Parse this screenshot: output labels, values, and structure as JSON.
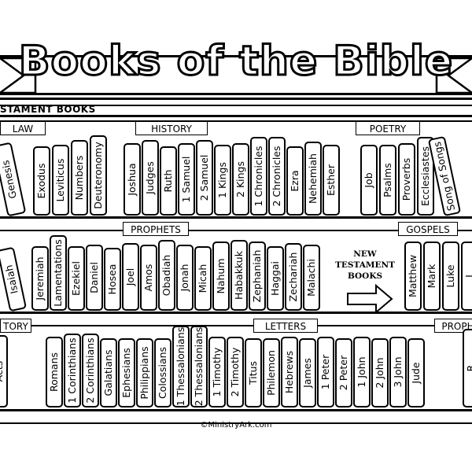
{
  "title": "Books of the Bible",
  "old_testament_label": "STAMENT BOOKS",
  "sections": {
    "law": "LAW",
    "history": "HISTORY",
    "poetry": "POETRY",
    "prophets": "PROPHETS",
    "gospels": "GOSPELS",
    "nt_history": "TORY",
    "letters": "LETTERS",
    "nt_prophecy": "PROPH"
  },
  "shelf1": {
    "law": [
      "Genesis",
      "Exodus",
      "Leviticus",
      "Numbers",
      "Deuteronomy"
    ],
    "history": [
      "Joshua",
      "Judges",
      "Ruth",
      "1 Samuel",
      "2 Samuel",
      "1 Kings",
      "2 Kings",
      "1 Chronicles",
      "2 Chronicles",
      "Ezra",
      "Nehemiah",
      "Esther"
    ],
    "poetry": [
      "Job",
      "Psalms",
      "Proverbs",
      "Ecclesiastes",
      "Song of Songs"
    ]
  },
  "shelf2": {
    "prophets": [
      "Isaiah",
      "Jeremiah",
      "Lamentations",
      "Ezekiel",
      "Daniel",
      "Hosea",
      "Joel",
      "Amos",
      "Obadiah",
      "Jonah",
      "Micah",
      "Nahum",
      "Habakkuk",
      "Zephaniah",
      "Haggai",
      "Zechariah",
      "Malachi"
    ],
    "new_testament_label": [
      "NEW",
      "TESTAMENT",
      "BOOKS"
    ],
    "gospels": [
      "Matthew",
      "Mark",
      "Luke",
      "J"
    ]
  },
  "shelf3": {
    "history": [
      "Acts"
    ],
    "letters": [
      "Romans",
      "1 Corinthians",
      "2 Corinthians",
      "Galatians",
      "Ephesians",
      "Philippians",
      "Colossians",
      "1 Thessalonians",
      "2 Thessalonians",
      "1 Timothy",
      "2 Timothy",
      "Titus",
      "Philemon",
      "Hebrews",
      "James",
      "1 Peter",
      "2 Peter",
      "1 John",
      "2 John",
      "3 John",
      "Jude"
    ],
    "prophecy": [
      "R"
    ]
  },
  "footer": "©MinistryArk.com"
}
